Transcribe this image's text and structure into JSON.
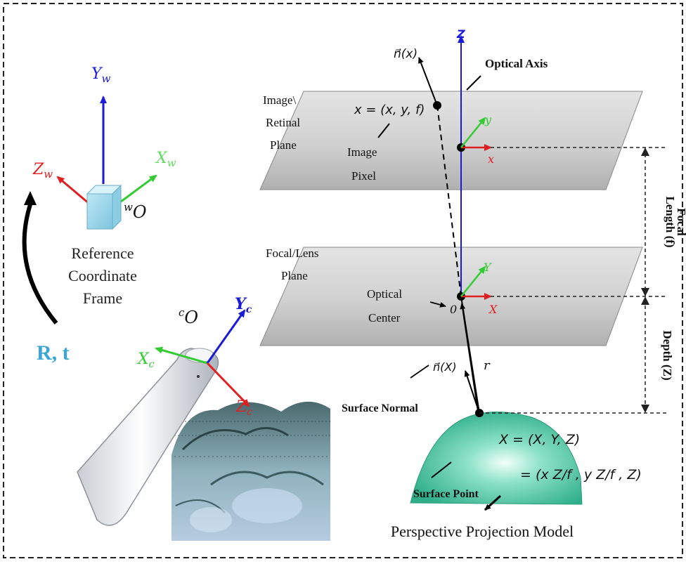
{
  "reference_frame": {
    "axis_y": "Y",
    "axis_y_sub": "w",
    "axis_x": "X",
    "axis_x_sub": "w",
    "axis_z": "Z",
    "axis_z_sub": "w",
    "origin_sup": "w",
    "origin": "O",
    "caption_line1": "Reference",
    "caption_line2": "Coordinate",
    "caption_line3": "Frame"
  },
  "transform_label": "R, t",
  "camera_frame": {
    "origin_sup": "c",
    "origin": "O",
    "axis_y": "Y",
    "axis_y_sub": "c",
    "axis_x": "X",
    "axis_x_sub": "c",
    "axis_z": "Z",
    "axis_z_sub": "c"
  },
  "image_plane": {
    "label_line1": "Image\\",
    "label_line2": "Retinal",
    "label_line3": "Plane",
    "point_eq": "x = (x, y, f)",
    "pixel_line1": "Image",
    "pixel_line2": "Pixel",
    "axis_x": "x",
    "axis_y": "y"
  },
  "lens_plane": {
    "label_line1": "Focal/Lens",
    "label_line2": "Plane",
    "center_line1": "Optical",
    "center_line2": "Center",
    "origin": "0",
    "axis_x": "X",
    "axis_y": "Y"
  },
  "optical_axis": {
    "z_label": "Z",
    "label": "Optical Axis"
  },
  "normals": {
    "image_normal": "n⃗(x)",
    "surface_normal": "n⃗(X)",
    "radius": "r"
  },
  "surface": {
    "normal_label": "Surface Normal",
    "point_label": "Surface Point",
    "eq_line1": "X = (X, Y, Z)",
    "eq_line2": "= (x Z/f , y Z/f , Z)"
  },
  "dimensions": {
    "focal_line1": "Focal",
    "focal_line2": "Length (f)",
    "depth": "Depth (Z)"
  },
  "caption": "Perspective Projection Model",
  "colors": {
    "axis_red": "#e02020",
    "axis_green": "#33cc33",
    "axis_blue": "#1a1adb",
    "transform_cyan": "#3aa6d6",
    "plane_gray": "#c8c8c8",
    "surface_teal": "#5fd1b0"
  }
}
